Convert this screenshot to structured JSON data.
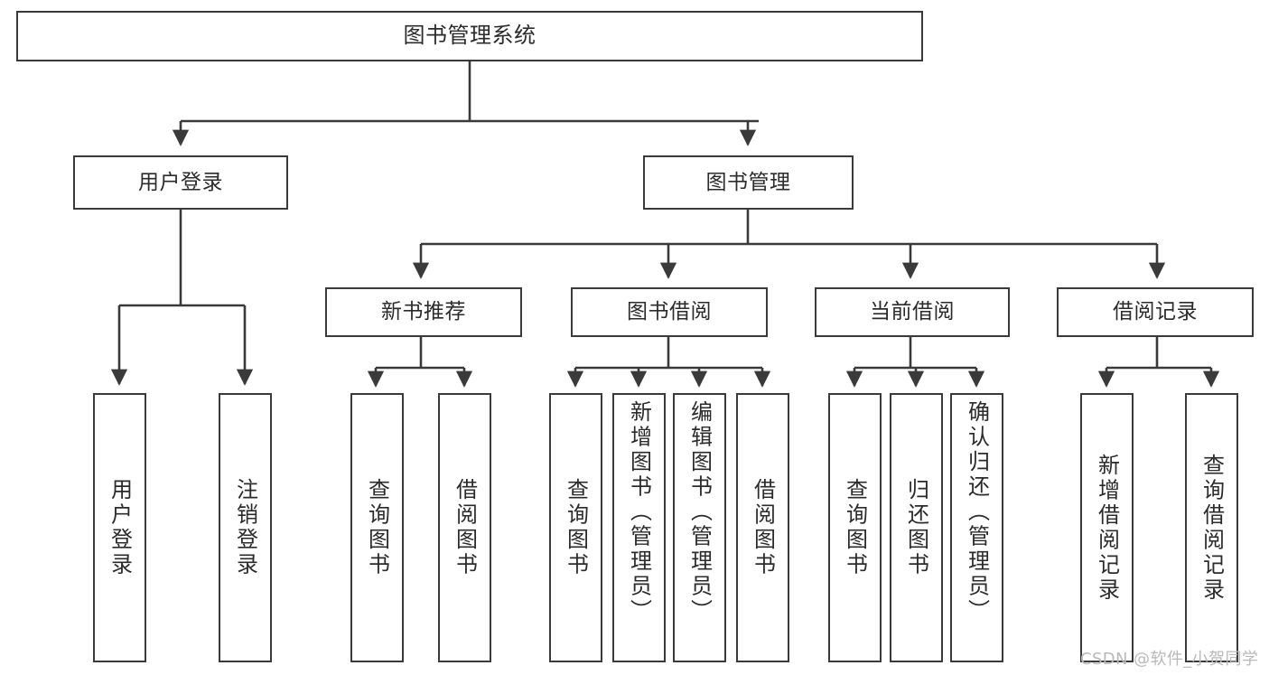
{
  "diagram": {
    "title": "图书管理系统",
    "type": "tree",
    "stroke_color": "#3a3a3a",
    "text_color": "#2b2b2b",
    "background": "#ffffff",
    "nodes": {
      "root": {
        "label": "图书管理系统",
        "level": 1
      },
      "l2": [
        {
          "id": "user-login",
          "label": "用户登录"
        },
        {
          "id": "book-manage",
          "label": "图书管理"
        }
      ],
      "l3": [
        {
          "id": "new-book-rec",
          "label": "新书推荐",
          "parent": "book-manage"
        },
        {
          "id": "book-borrow",
          "label": "图书借阅",
          "parent": "book-manage"
        },
        {
          "id": "current-borrow",
          "label": "当前借阅",
          "parent": "book-manage"
        },
        {
          "id": "borrow-record",
          "label": "借阅记录",
          "parent": "book-manage"
        }
      ],
      "leaves": [
        {
          "id": "leaf-user-login",
          "label": "用户登录",
          "parent": "user-login"
        },
        {
          "id": "leaf-logout",
          "label": "注销登录",
          "parent": "user-login"
        },
        {
          "id": "leaf-query-book-1",
          "label": "查询图书",
          "parent": "new-book-rec"
        },
        {
          "id": "leaf-borrow-book-1",
          "label": "借阅图书",
          "parent": "new-book-rec"
        },
        {
          "id": "leaf-query-book-2",
          "label": "查询图书",
          "parent": "book-borrow"
        },
        {
          "id": "leaf-add-book",
          "label": "新增图书（管理员）",
          "parent": "book-borrow"
        },
        {
          "id": "leaf-edit-book",
          "label": "编辑图书（管理员）",
          "parent": "book-borrow"
        },
        {
          "id": "leaf-borrow-book-2",
          "label": "借阅图书",
          "parent": "book-borrow"
        },
        {
          "id": "leaf-query-book-3",
          "label": "查询图书",
          "parent": "current-borrow"
        },
        {
          "id": "leaf-return-book",
          "label": "归还图书",
          "parent": "current-borrow"
        },
        {
          "id": "leaf-confirm-return",
          "label": "确认归还（管理员）",
          "parent": "current-borrow"
        },
        {
          "id": "leaf-add-record",
          "label": "新增借阅记录",
          "parent": "borrow-record"
        },
        {
          "id": "leaf-query-record",
          "label": "查询借阅记录",
          "parent": "borrow-record"
        }
      ]
    }
  },
  "watermark": {
    "text": "CSDN @软件_小贺同学"
  }
}
